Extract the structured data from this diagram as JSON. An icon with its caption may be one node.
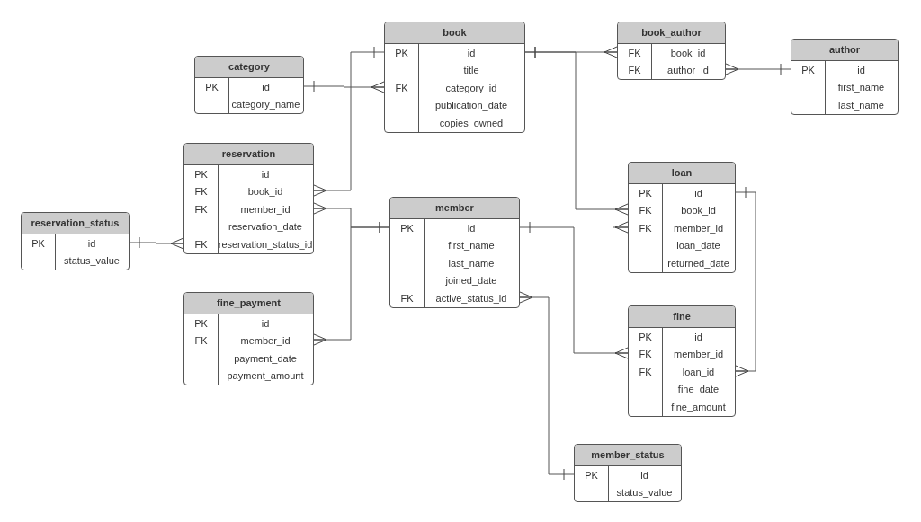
{
  "diagram": {
    "nodes": [
      {
        "text": [
          "book",
          "PK",
          "id",
          "title",
          "FK",
          "category_id",
          "publication_date",
          "copies_owned"
        ]
      },
      {
        "text": [
          "category",
          "PK",
          "id",
          "category_name"
        ]
      },
      {
        "text": [
          "book_author",
          "FK",
          "book_id",
          "FK",
          "author_id"
        ]
      },
      {
        "text": [
          "author",
          "PK",
          "id",
          "first_name",
          "last_name"
        ]
      },
      {
        "text": [
          "reservation",
          "PK",
          "id",
          "FK",
          "book_id",
          "FK",
          "member_id",
          "reservation_date",
          "FK",
          "reservation_status_id"
        ]
      },
      {
        "text": [
          "reservation_status",
          "PK",
          "id",
          "status_value"
        ]
      },
      {
        "text": [
          "member",
          "PK",
          "id",
          "first_name",
          "last_name",
          "joined_date",
          "FK",
          "active_status_id"
        ]
      },
      {
        "text": [
          "loan",
          "PK",
          "id",
          "FK",
          "book_id",
          "FK",
          "member_id",
          "loan_date",
          "returned_date"
        ]
      },
      {
        "text": [
          "fine_payment",
          "PK",
          "id",
          "FK",
          "member_id",
          "payment_date",
          "payment_amount"
        ]
      },
      {
        "text": [
          "fine",
          "PK",
          "id",
          "FK",
          "member_id",
          "FK",
          "loan_id",
          "fine_date",
          "fine_amount"
        ]
      },
      {
        "text": [
          "member_status",
          "PK",
          "id",
          "status_value"
        ]
      }
    ],
    "edges": [
      {
        "from": 1,
        "to": 0,
        "arrow": "other"
      },
      {
        "from": 0,
        "to": 4,
        "arrow": "other"
      },
      {
        "from": 0,
        "to": 2,
        "arrow": "other"
      },
      {
        "from": 3,
        "to": 2,
        "arrow": "other"
      },
      {
        "from": 0,
        "to": 7,
        "arrow": "other"
      },
      {
        "from": 5,
        "to": 4,
        "arrow": "other"
      },
      {
        "from": 6,
        "to": 4,
        "arrow": "other"
      },
      {
        "from": 6,
        "to": 8,
        "arrow": "other"
      },
      {
        "from": 6,
        "to": 9,
        "arrow": "other"
      },
      {
        "from": 7,
        "to": 9,
        "arrow": "other"
      },
      {
        "from": 10,
        "to": 6,
        "arrow": "other"
      },
      {
        "from": null,
        "to": 7,
        "arrow": "other"
      }
    ]
  }
}
